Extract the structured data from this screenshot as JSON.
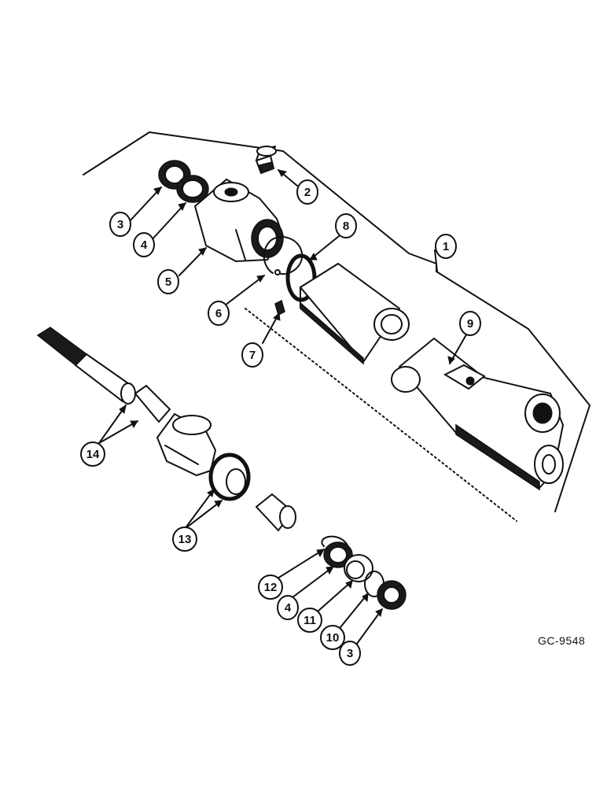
{
  "drawing_code": "GC-9548",
  "callouts": [
    "1",
    "2",
    "3",
    "4",
    "5",
    "6",
    "7",
    "8",
    "9",
    "10",
    "11",
    "12",
    "13",
    "14",
    "3",
    "4"
  ]
}
